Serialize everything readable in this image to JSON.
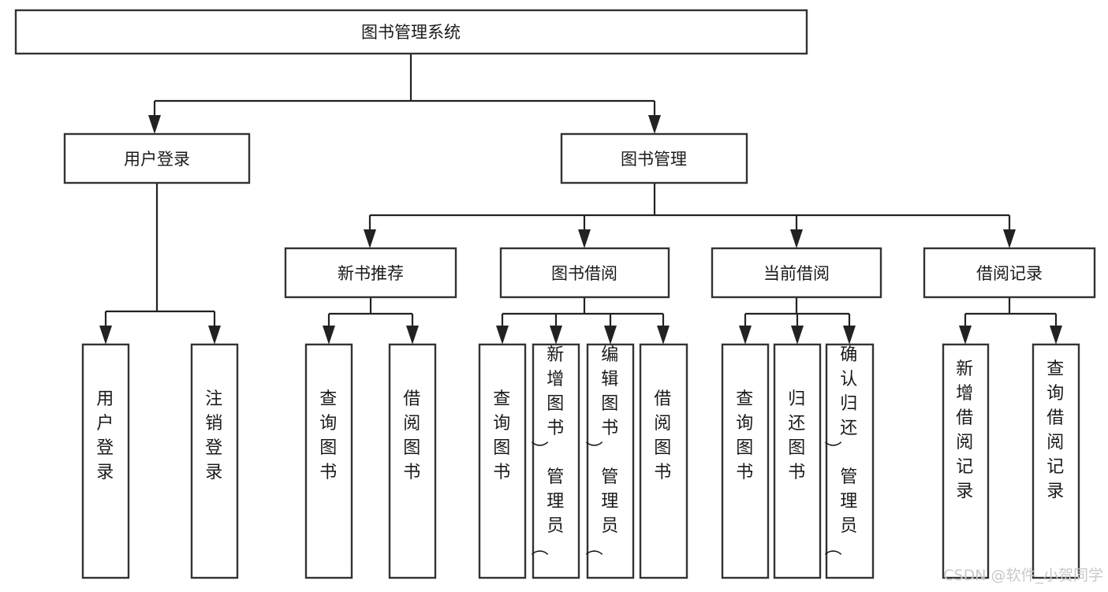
{
  "diagram": {
    "title": "图书管理系统",
    "type": "hierarchical-tree",
    "root": {
      "label": "图书管理系统"
    },
    "level2": [
      {
        "label": "用户登录"
      },
      {
        "label": "图书管理"
      }
    ],
    "level3": [
      {
        "label": "新书推荐"
      },
      {
        "label": "图书借阅"
      },
      {
        "label": "当前借阅"
      },
      {
        "label": "借阅记录"
      }
    ],
    "leaves": {
      "user_login": [
        {
          "label": "用户登录"
        },
        {
          "label": "注销登录"
        }
      ],
      "new_book_recommend": [
        {
          "label": "查询图书"
        },
        {
          "label": "借阅图书"
        }
      ],
      "book_borrow": [
        {
          "label": "查询图书"
        },
        {
          "label": "新增图书（管理员）"
        },
        {
          "label": "编辑图书（管理员）"
        },
        {
          "label": "借阅图书"
        }
      ],
      "current_borrow": [
        {
          "label": "查询图书"
        },
        {
          "label": "归还图书"
        },
        {
          "label": "确认归还（管理员）"
        }
      ],
      "borrow_record": [
        {
          "label": "新增借阅记录"
        },
        {
          "label": "查询借阅记录"
        }
      ]
    }
  },
  "watermark": {
    "text": "CSDN @软件_小贺同学"
  },
  "colors": {
    "box_stroke": "#333333",
    "box_fill": "#ffffff",
    "connector": "#222222",
    "text": "#1a1a1a",
    "watermark": "#c9c9c9",
    "background": "#ffffff"
  }
}
